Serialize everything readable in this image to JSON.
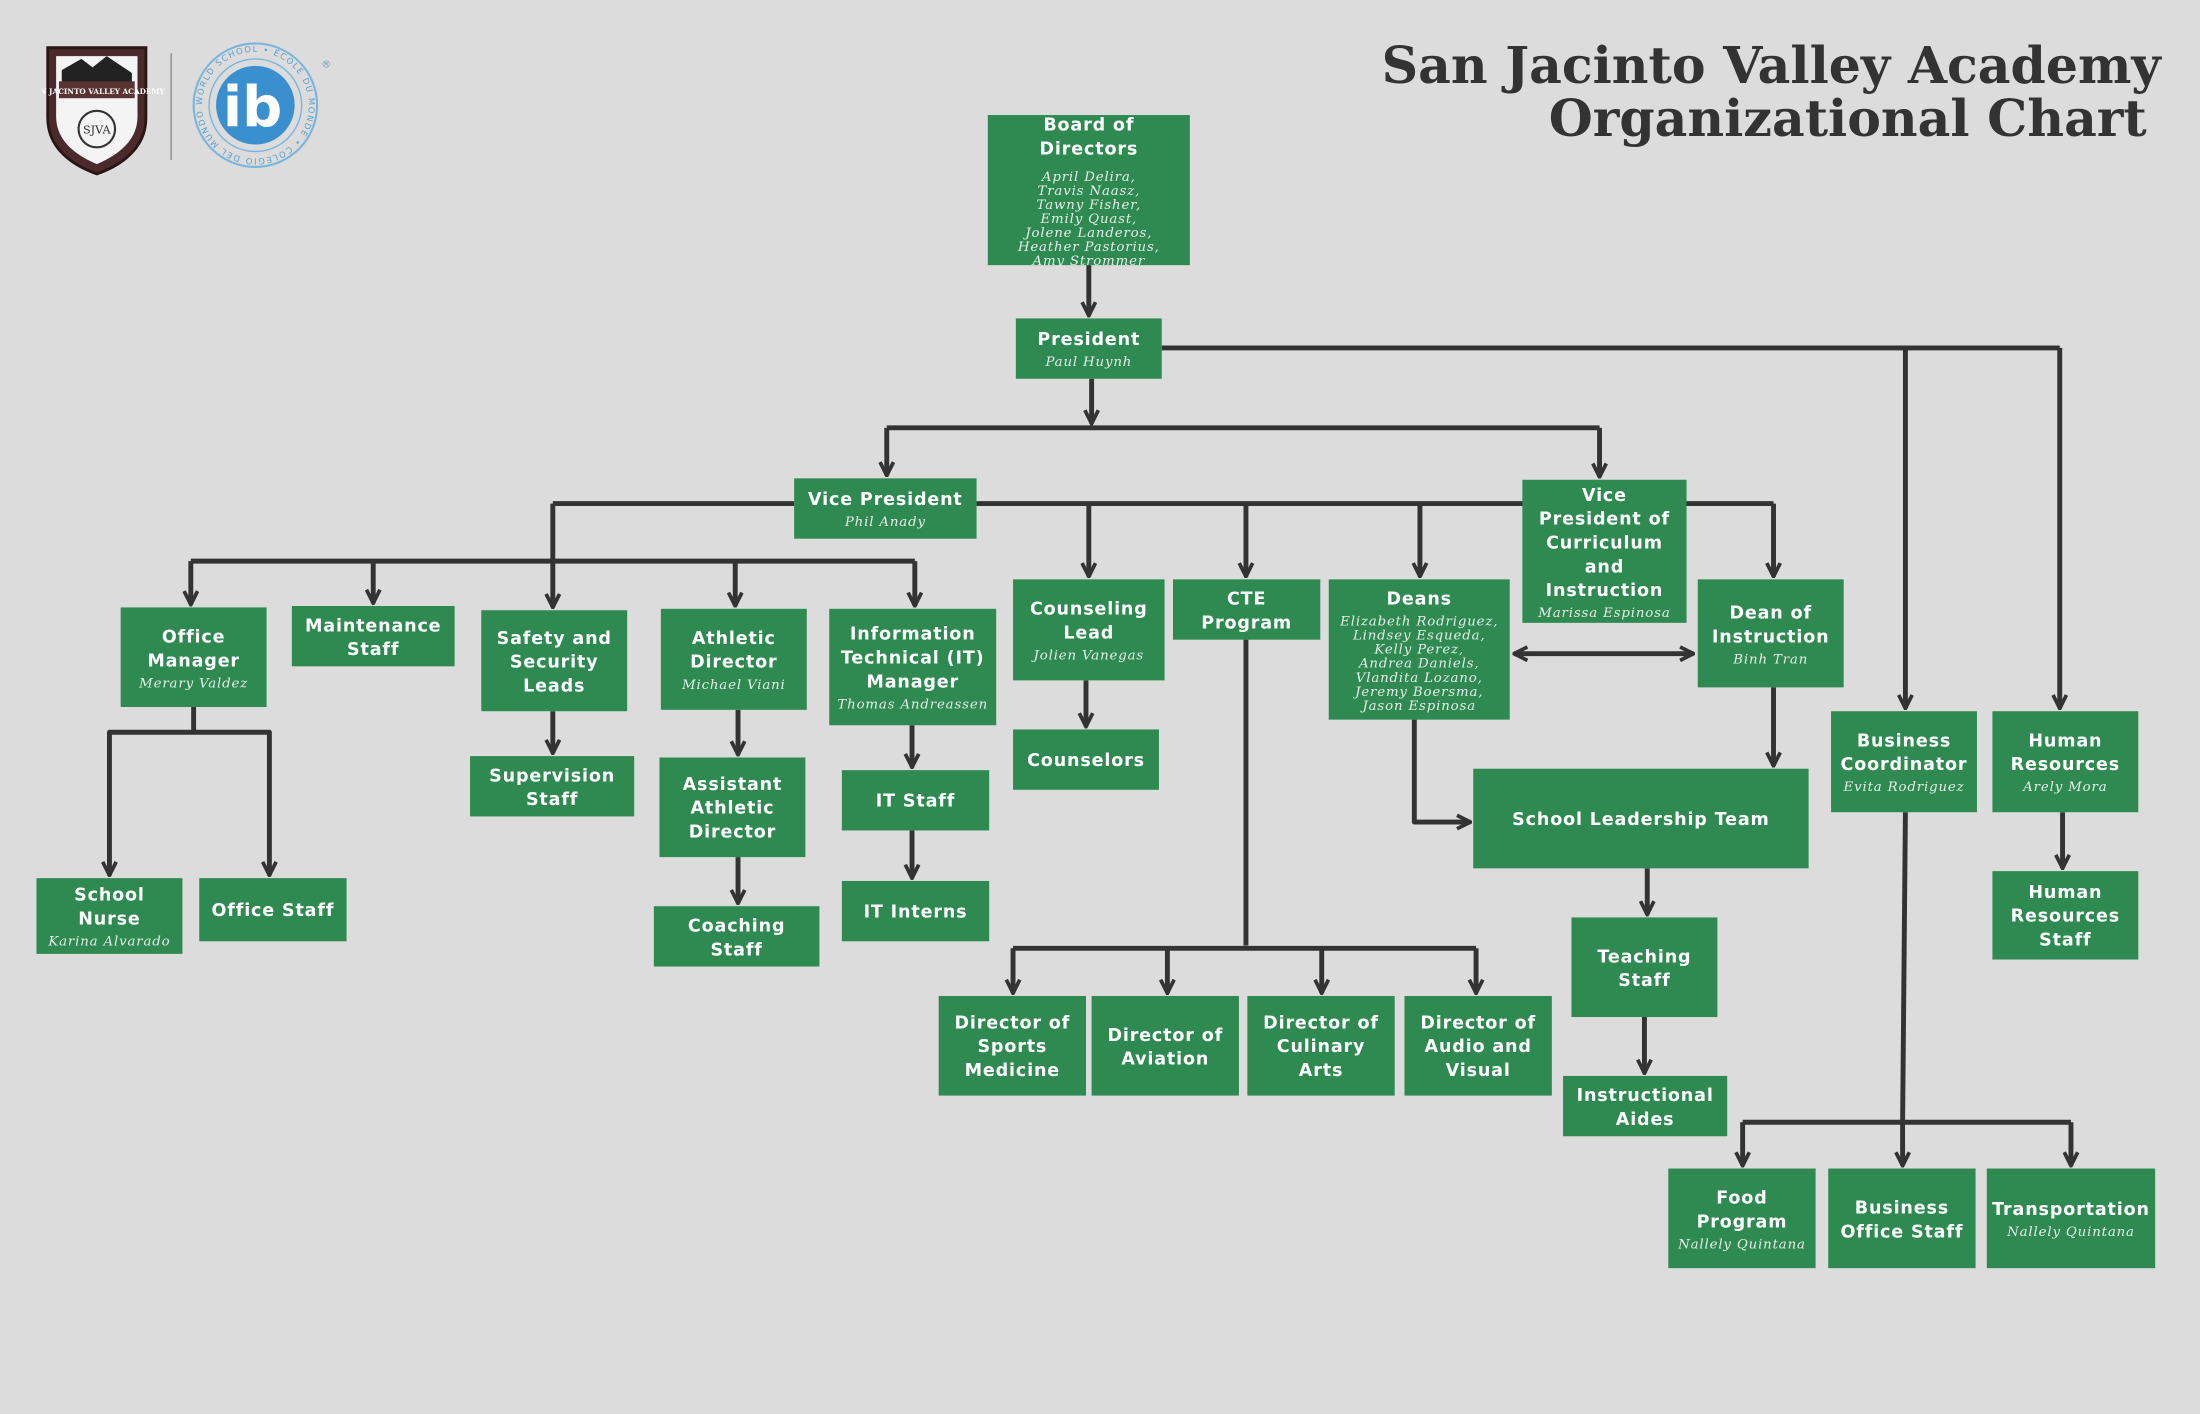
{
  "title": {
    "line1": "San Jacinto Valley Academy",
    "line2": "Organizational Chart"
  },
  "logos": {
    "school_seal": {
      "icon": "shield-crest-icon",
      "text": "SAN JACINTO VALLEY ACADEMY",
      "monogram": "SJVA"
    },
    "ib": {
      "icon": "ib-world-school-icon",
      "letters": "ib",
      "ring_text": "WORLD SCHOOL • ÉCOLE DU MONDE • COLEGIO DEL MUNDO •"
    }
  },
  "colors": {
    "background": "#dcdcdc",
    "box": "#2e8a50",
    "connector": "#333333",
    "title": "#333333"
  },
  "nodes": [
    {
      "id": "board",
      "title": "Board of Directors",
      "names": [
        "April Delira,",
        "Travis Naasz,",
        "Tawny Fisher,",
        "Emily Quast,",
        "Jolene Landeros,",
        "Heather Pastorius,",
        "Amy Strommer"
      ]
    },
    {
      "id": "president",
      "title": "President",
      "names": [
        "Paul Huynh"
      ]
    },
    {
      "id": "vp",
      "title": "Vice President",
      "names": [
        "Phil Anady"
      ]
    },
    {
      "id": "vpci",
      "title": "Vice President of Curriculum and Instruction",
      "names": [
        "Marissa Espinosa"
      ]
    },
    {
      "id": "office_mgr",
      "title": "Office Manager",
      "names": [
        "Merary Valdez"
      ]
    },
    {
      "id": "maintenance",
      "title": "Maintenance Staff",
      "names": []
    },
    {
      "id": "safety",
      "title": "Safety and Security Leads",
      "names": []
    },
    {
      "id": "athletic_dir",
      "title": "Athletic Director",
      "names": [
        "Michael Viani"
      ]
    },
    {
      "id": "it_mgr",
      "title": "Information Technical (IT) Manager",
      "names": [
        "Thomas Andreassen"
      ]
    },
    {
      "id": "counseling",
      "title": "Counseling Lead",
      "names": [
        "Jolien Vanegas"
      ]
    },
    {
      "id": "cte",
      "title": "CTE Program",
      "names": []
    },
    {
      "id": "deans",
      "title": "Deans",
      "names": [
        "Elizabeth Rodriguez,",
        "Lindsey Esqueda,",
        "Kelly Perez,",
        "Andrea Daniels,",
        "Vlandita Lozano,",
        "Jeremy Boersma,",
        "Jason Espinosa"
      ]
    },
    {
      "id": "dean_instr",
      "title": "Dean of Instruction",
      "names": [
        "Binh Tran"
      ]
    },
    {
      "id": "business_coord",
      "title": "Business Coordinator",
      "names": [
        "Evita Rodriguez"
      ]
    },
    {
      "id": "hr",
      "title": "Human Resources",
      "names": [
        "Arely Mora"
      ]
    },
    {
      "id": "supervision",
      "title": "Supervision Staff",
      "names": []
    },
    {
      "id": "asst_athletic",
      "title": "Assistant Athletic Director",
      "names": []
    },
    {
      "id": "coaching",
      "title": "Coaching Staff",
      "names": []
    },
    {
      "id": "it_staff",
      "title": "IT Staff",
      "names": []
    },
    {
      "id": "it_interns",
      "title": "IT Interns",
      "names": []
    },
    {
      "id": "counselors",
      "title": "Counselors",
      "names": []
    },
    {
      "id": "school_nurse",
      "title": "School Nurse",
      "names": [
        "Karina Alvarado"
      ]
    },
    {
      "id": "office_staff",
      "title": "Office Staff",
      "names": []
    },
    {
      "id": "leadership",
      "title": "School Leadership Team",
      "names": []
    },
    {
      "id": "teaching",
      "title": "Teaching Staff",
      "names": []
    },
    {
      "id": "aides",
      "title": "Instructional Aides",
      "names": []
    },
    {
      "id": "dir_sports",
      "title": "Director of Sports Medicine",
      "names": []
    },
    {
      "id": "dir_aviation",
      "title": "Director of Aviation",
      "names": []
    },
    {
      "id": "dir_culinary",
      "title": "Director of Culinary Arts",
      "names": []
    },
    {
      "id": "dir_av",
      "title": "Director of Audio and Visual",
      "names": []
    },
    {
      "id": "hr_staff",
      "title": "Human Resources Staff",
      "names": []
    },
    {
      "id": "food",
      "title": "Food Program",
      "names": [
        "Nallely Quintana"
      ]
    },
    {
      "id": "bus_office",
      "title": "Business Office Staff",
      "names": []
    },
    {
      "id": "transport",
      "title": "Transportation",
      "names": [
        "Nallely Quintana"
      ]
    }
  ],
  "connections": [
    {
      "from": "board",
      "to": "president"
    },
    {
      "from": "president",
      "to": "vp"
    },
    {
      "from": "president",
      "to": "vpci"
    },
    {
      "from": "president",
      "to": "business_coord"
    },
    {
      "from": "president",
      "to": "hr"
    },
    {
      "from": "vp",
      "to": "office_mgr"
    },
    {
      "from": "vp",
      "to": "maintenance"
    },
    {
      "from": "vp",
      "to": "safety"
    },
    {
      "from": "vp",
      "to": "athletic_dir"
    },
    {
      "from": "vp",
      "to": "it_mgr"
    },
    {
      "from": "vp",
      "to": "counseling"
    },
    {
      "from": "vp",
      "to": "cte"
    },
    {
      "from": "vp",
      "to": "deans"
    },
    {
      "from": "vp",
      "to": "dean_instr"
    },
    {
      "from": "office_mgr",
      "to": "school_nurse"
    },
    {
      "from": "office_mgr",
      "to": "office_staff"
    },
    {
      "from": "safety",
      "to": "supervision"
    },
    {
      "from": "athletic_dir",
      "to": "asst_athletic"
    },
    {
      "from": "asst_athletic",
      "to": "coaching"
    },
    {
      "from": "it_mgr",
      "to": "it_staff"
    },
    {
      "from": "it_staff",
      "to": "it_interns"
    },
    {
      "from": "counseling",
      "to": "counselors"
    },
    {
      "from": "cte",
      "to": "dir_sports"
    },
    {
      "from": "cte",
      "to": "dir_aviation"
    },
    {
      "from": "cte",
      "to": "dir_culinary"
    },
    {
      "from": "cte",
      "to": "dir_av"
    },
    {
      "from": "deans",
      "to": "dean_instr",
      "bidirectional": true
    },
    {
      "from": "deans",
      "to": "leadership"
    },
    {
      "from": "dean_instr",
      "to": "leadership"
    },
    {
      "from": "leadership",
      "to": "teaching"
    },
    {
      "from": "teaching",
      "to": "aides"
    },
    {
      "from": "hr",
      "to": "hr_staff"
    },
    {
      "from": "business_coord",
      "to": "food"
    },
    {
      "from": "business_coord",
      "to": "bus_office"
    },
    {
      "from": "business_coord",
      "to": "transport"
    }
  ]
}
